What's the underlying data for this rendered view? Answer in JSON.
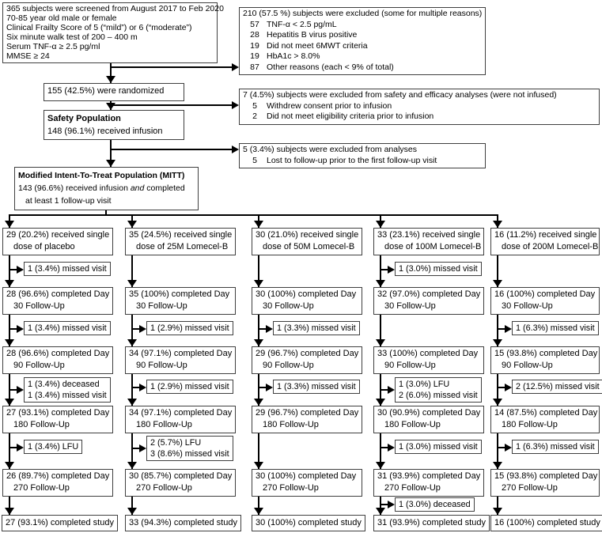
{
  "colors": {
    "line": "#000000",
    "box_border": "#3f3f3f",
    "background": "#ffffff"
  },
  "screening": {
    "lines": [
      "365 subjects were screened from August 2017 to Feb 2020",
      "70-85 year old male or female",
      "Clinical Frailty Score of 5 (“mild”)  or 6 (“moderate”)",
      "Six minute walk test of 200 – 400 m",
      "Serum TNF-α ≥ 2.5 pg/ml",
      "MMSE ≥ 24"
    ]
  },
  "excluded_at_screening": {
    "header": "210 (57.5 %) subjects were excluded (some for multiple reasons)",
    "items": [
      {
        "n": "57",
        "reason": "TNF-α < 2.5 pg/mL"
      },
      {
        "n": "28",
        "reason": "Hepatitis B virus positive"
      },
      {
        "n": "19",
        "reason": "Did not meet 6MWT criteria"
      },
      {
        "n": "19",
        "reason": "HbA1c > 8.0%"
      },
      {
        "n": "87",
        "reason": "Other reasons (each < 9% of total)"
      }
    ]
  },
  "randomized": "155 (42.5%) were randomized",
  "excluded_not_infused": {
    "header": "7 (4.5%) subjects were excluded from safety and efficacy analyses (were not infused)",
    "items": [
      {
        "n": "5",
        "reason": "Withdrew consent prior to infusion"
      },
      {
        "n": "2",
        "reason": "Did not meet eligibility criteria prior to infusion"
      }
    ]
  },
  "safety_population": {
    "title": "Safety Population",
    "subtitle": "148 (96.1%) received infusion"
  },
  "excluded_from_analyses": {
    "header": "5 (3.4%) subjects were excluded from analyses",
    "items": [
      {
        "n": "5",
        "reason": "Lost to follow-up prior to the first follow-up visit"
      }
    ]
  },
  "mitt": {
    "title": "Modified Intent-To-Treat Population (MITT)",
    "line1_pre": "143 (96.6%) received infusion ",
    "line1_italic": "and",
    "line1_post": " completed",
    "line2": "at least 1 follow-up visit"
  },
  "arms": [
    {
      "name": "placebo",
      "allocated": {
        "line1": "29 (20.2%) received single",
        "line2": "dose of placebo"
      },
      "post_allocation": {
        "line1": "1 (3.4%) missed visit"
      },
      "day30": {
        "line1": "28 (96.6%) completed Day",
        "line2": "30 Follow-Up"
      },
      "post_day30": {
        "line1": "1 (3.4%) missed visit"
      },
      "day90": {
        "line1": "28 (96.6%) completed Day",
        "line2": "90 Follow-Up"
      },
      "post_day90": {
        "line1": "1 (3.4%) deceased",
        "line2": "1 (3.4%) missed visit"
      },
      "day180": {
        "line1": "27 (93.1%) completed Day",
        "line2": "180 Follow-Up"
      },
      "post_day180": {
        "line1": "1 (3.4%) LFU"
      },
      "day270": {
        "line1": "26 (89.7%) completed Day",
        "line2": "270 Follow-Up"
      },
      "completed": "27 (93.1%) completed study"
    },
    {
      "name": "25M Lomecel-B",
      "allocated": {
        "line1": "35 (24.5%) received single",
        "line2": "dose of 25M Lomecel-B"
      },
      "day30": {
        "line1": "35 (100%) completed Day",
        "line2": "30 Follow-Up"
      },
      "post_day30": {
        "line1": "1 (2.9%) missed visit"
      },
      "day90": {
        "line1": "34 (97.1%) completed Day",
        "line2": "90 Follow-Up"
      },
      "post_day90": {
        "line1": "1 (2.9%) missed visit"
      },
      "day180": {
        "line1": "34 (97.1%) completed Day",
        "line2": "180 Follow-Up"
      },
      "post_day180": {
        "line1": "2 (5.7%) LFU",
        "line2": "3 (8.6%) missed visit"
      },
      "day270": {
        "line1": "30 (85.7%) completed Day",
        "line2": "270 Follow-Up"
      },
      "completed": "33 (94.3%) completed study"
    },
    {
      "name": "50M Lomecel-B",
      "allocated": {
        "line1": "30 (21.0%) received single",
        "line2": "dose of 50M Lomecel-B"
      },
      "day30": {
        "line1": "30 (100%) completed Day",
        "line2": "30 Follow-Up"
      },
      "post_day30": {
        "line1": "1 (3.3%) missed visit"
      },
      "day90": {
        "line1": "29 (96.7%) completed Day",
        "line2": "90 Follow-Up"
      },
      "post_day90": {
        "line1": "1 (3.3%) missed visit"
      },
      "day180": {
        "line1": "29 (96.7%) completed Day",
        "line2": "180 Follow-Up"
      },
      "day270": {
        "line1": "30 (100%) completed Day",
        "line2": "270 Follow-Up"
      },
      "completed": "30 (100%) completed study"
    },
    {
      "name": "100M Lomecel-B",
      "allocated": {
        "line1": "33 (23.1%) received single",
        "line2": "dose of 100M Lomecel-B"
      },
      "post_allocation": {
        "line1": "1 (3.0%) missed visit"
      },
      "day30": {
        "line1": "32 (97.0%) completed Day",
        "line2": "30 Follow-Up"
      },
      "day90": {
        "line1": "33 (100%) completed Day",
        "line2": "90 Follow-Up"
      },
      "post_day90": {
        "line1": "1 (3.0%) LFU",
        "line2": "2 (6.0%) missed visit"
      },
      "day180": {
        "line1": "30 (90.9%) completed Day",
        "line2": "180 Follow-Up"
      },
      "post_day180": {
        "line1": "1 (3.0%) missed visit"
      },
      "day270": {
        "line1": "31 (93.9%) completed Day",
        "line2": "270 Follow-Up"
      },
      "post_day270": {
        "line1": "1 (3.0%) deceased"
      },
      "completed": "31 (93.9%) completed study"
    },
    {
      "name": "200M Lomecel-B",
      "allocated": {
        "line1": "16 (11.2%) received single",
        "line2": "dose of 200M Lomecel-B"
      },
      "day30": {
        "line1": "16 (100%) completed Day",
        "line2": "30 Follow-Up"
      },
      "post_day30": {
        "line1": "1 (6.3%) missed visit"
      },
      "day90": {
        "line1": "15 (93.8%) completed Day",
        "line2": "90 Follow-Up"
      },
      "post_day90": {
        "line1": "2 (12.5%) missed visit"
      },
      "day180": {
        "line1": "14 (87.5%) completed Day",
        "line2": "180 Follow-Up"
      },
      "post_day180": {
        "line1": "1 (6.3%) missed visit"
      },
      "day270": {
        "line1": "15 (93.8%) completed Day",
        "line2": "270 Follow-Up"
      },
      "completed": "16 (100%) completed study"
    }
  ]
}
